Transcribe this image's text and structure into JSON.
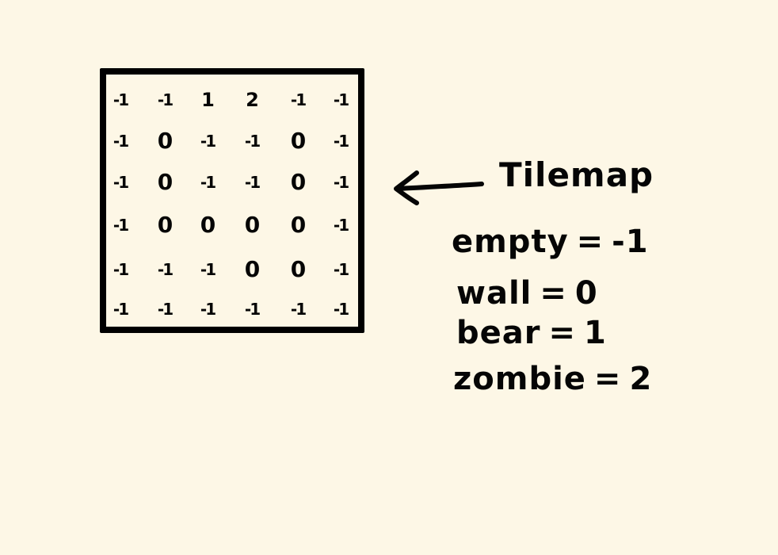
{
  "tilemap": {
    "rows": [
      [
        "-1",
        "-1",
        "1",
        "2",
        "-1",
        "-1"
      ],
      [
        "-1",
        "0",
        "-1",
        "-1",
        "0",
        "-1"
      ],
      [
        "-1",
        "0",
        "-1",
        "-1",
        "0",
        "-1"
      ],
      [
        "-1",
        "0",
        "0",
        "0",
        "0",
        "-1"
      ],
      [
        "-1",
        "-1",
        "-1",
        "0",
        "0",
        "-1"
      ],
      [
        "-1",
        "-1",
        "-1",
        "-1",
        "-1",
        "-1"
      ]
    ]
  },
  "label": {
    "title": "Tilemap"
  },
  "legend": [
    {
      "name": "empty",
      "equals": "=",
      "value": "-1"
    },
    {
      "name": "wall",
      "equals": "=",
      "value": "0"
    },
    {
      "name": "bear",
      "equals": "=",
      "value": "1"
    },
    {
      "name": "zombie",
      "equals": "=",
      "value": "2"
    }
  ],
  "colors": {
    "background": "#fdf7e6",
    "ink": "#050505"
  }
}
